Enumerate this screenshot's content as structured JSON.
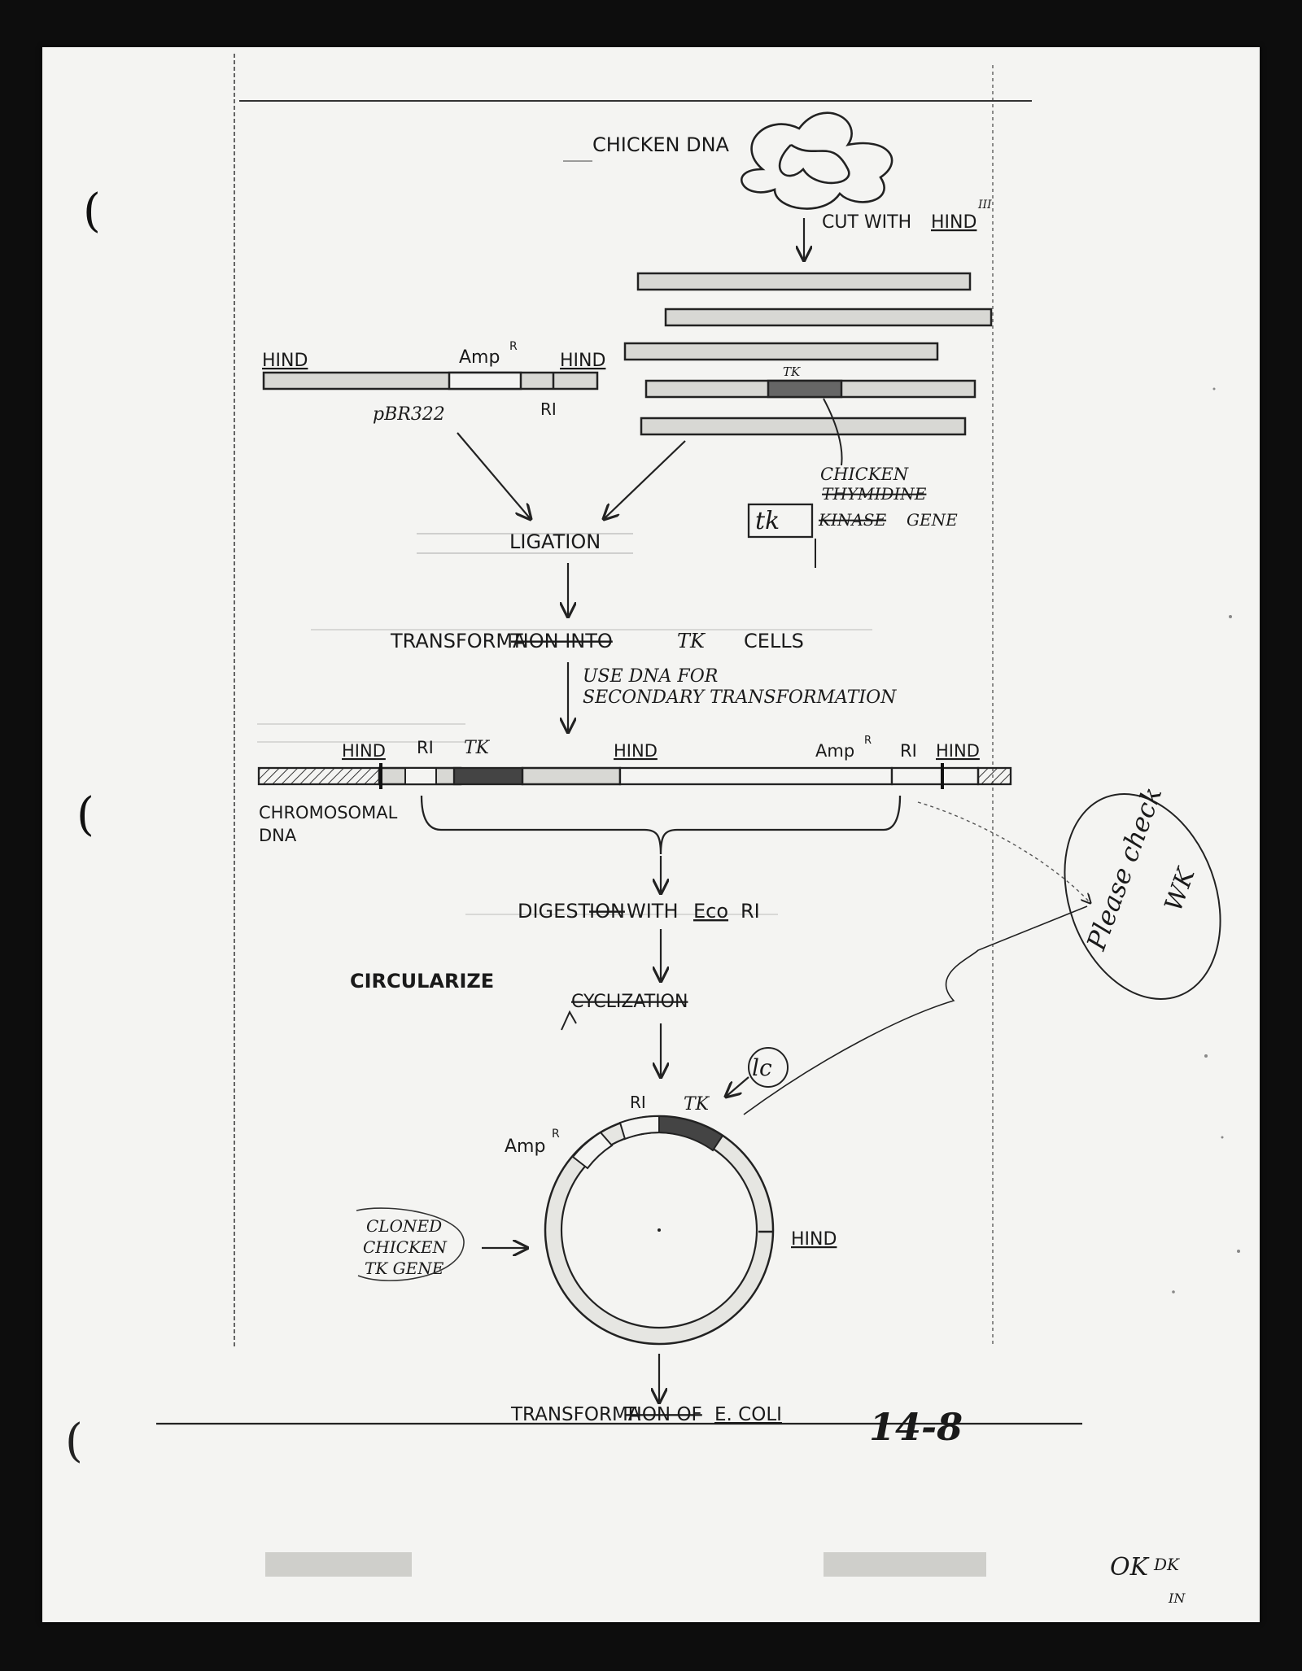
{
  "top": {
    "chicken_dna": "CHICKEN DNA",
    "cut_with": "CUT WITH",
    "hind": "HIND",
    "roman": "III"
  },
  "plasmid": {
    "hind_left": "HIND",
    "ampr": "Amp",
    "ampr_sup": "R",
    "hind_right": "HIND",
    "pbr": "pBR322",
    "ri": "RI"
  },
  "fragments": {
    "tk_label": "TK",
    "chicken": "CHICKEN",
    "thymidine_struck": "THYMIDINE",
    "tk_box": "tk",
    "kinase_struck": "KINASE",
    "gene": "GENE"
  },
  "steps": {
    "ligation": "LIGATION",
    "transformation_prefix": "TRANSFORMA",
    "transformation_struck": "TION INTO",
    "tk_minus": "TK",
    "cells": "CELLS",
    "use_dna_1": "USE DNA FOR",
    "use_dna_2": "SECONDARY TRANSFORMATION",
    "digestion_prefix": "DIGEST",
    "digestion_struck": "ION",
    "digestion_with": "WITH",
    "eco": "Eco",
    "eco_ri": "RI",
    "circularize": "CIRCULARIZE",
    "cyclization_struck": "CYCLIZATION",
    "final_prefix": "TRANSFORMA",
    "final_struck": "TION OF",
    "ecoli": "E. COLI"
  },
  "chromosome": {
    "hind1": "HIND",
    "ri1": "RI",
    "tk": "TK",
    "hind2": "HIND",
    "ampr": "Amp",
    "ampr_sup": "R",
    "ri2": "RI",
    "hind3": "HIND",
    "chrom_label_1": "CHROMOSOMAL",
    "chrom_label_2": "DNA"
  },
  "circle": {
    "ri": "RI",
    "tk": "TK",
    "ampr": "Amp",
    "ampr_sup": "R",
    "hind": "HIND",
    "cloned_1": "CLONED",
    "cloned_2": "CHICKEN",
    "cloned_3": "TK GENE",
    "lc": "lc"
  },
  "notes": {
    "please_check": "Please check",
    "initials": "WK",
    "figure_number": "14-8",
    "ok": "OK",
    "dk": "DK",
    "in": "IN"
  }
}
